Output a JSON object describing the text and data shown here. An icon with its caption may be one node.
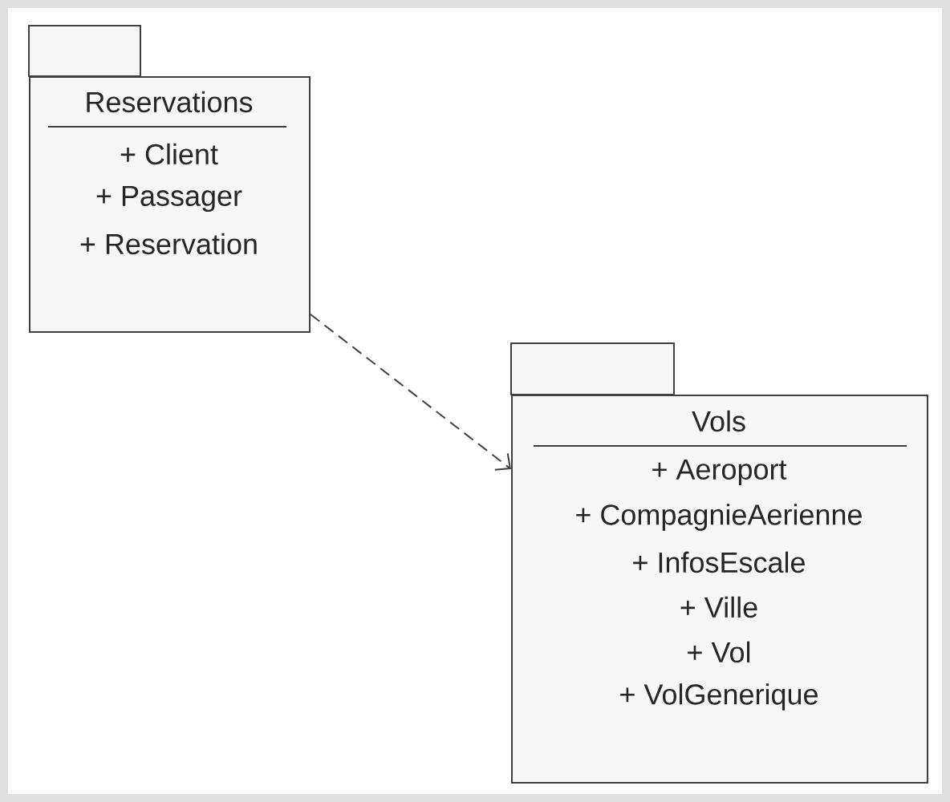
{
  "diagram": {
    "nodes": [
      {
        "text": [
          "Reservations",
          "+ Client",
          "+ Passager",
          "+ Reservation"
        ]
      },
      {
        "text": [
          "Vols",
          "+ Aeroport",
          "+ CompagnieAerienne",
          "+ InfosEscale",
          "+ Ville",
          "+ Vol",
          "+ VolGenerique"
        ]
      }
    ],
    "edges": [
      {
        "from": 0,
        "to": 1,
        "arrow": "to",
        "style": "dashed"
      }
    ]
  }
}
